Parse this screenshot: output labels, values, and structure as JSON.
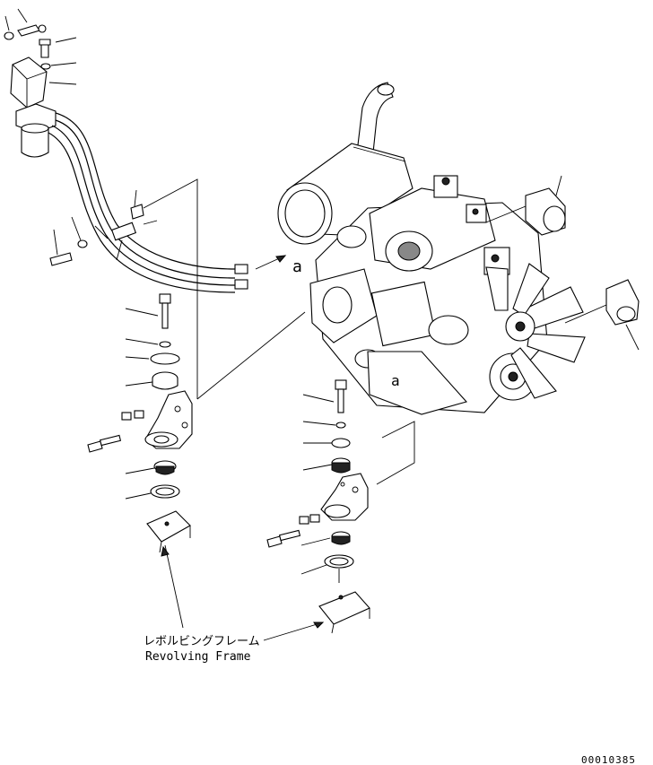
{
  "labels": {
    "view_ref_engine": "a",
    "view_ref_mount": "a",
    "frame_jp": "レボルビングフレーム",
    "frame_en": "Revolving Frame",
    "drawing_number": "00010385"
  }
}
